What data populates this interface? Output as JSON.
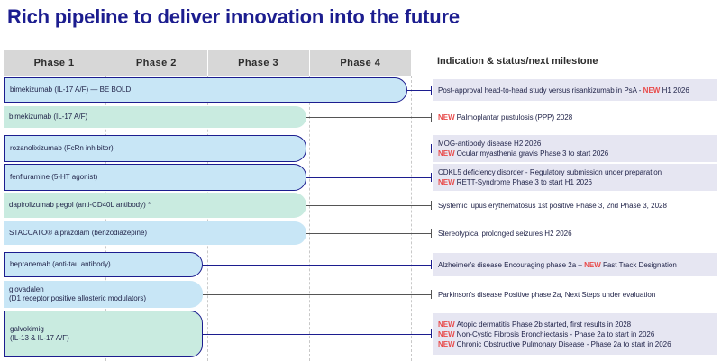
{
  "title": "Rich pipeline to deliver innovation into the future",
  "phases": [
    "Phase 1",
    "Phase 2",
    "Phase 3",
    "Phase 4"
  ],
  "indication_header": "Indication & status/next milestone",
  "new_label": "NEW",
  "colors": {
    "title": "#1c1d8f",
    "outline": "#1c1d8f",
    "teal": "#c9ebe0",
    "blue": "#c8e6f6",
    "new": "#e84a4a",
    "status_shade": "#e6e6f2"
  },
  "rows": [
    {
      "name_lines": [
        "bimekizumab (IL-17 A/F) — BE BOLD"
      ],
      "color": "blue",
      "style": "bold",
      "phase_progress": 4,
      "status": [
        {
          "new": false,
          "text": "Post-approval head-to-head study versus risankizumab in PsA - ",
          "new_after": true,
          "tail": " H1 2026"
        }
      ]
    },
    {
      "name_lines": [
        "bimekizumab (IL-17 A/F)"
      ],
      "color": "teal",
      "style": "light",
      "phase_progress": 3,
      "status": [
        {
          "new": true,
          "text": "Palmoplantar pustulosis (PPP) 2028"
        }
      ]
    },
    {
      "name_lines": [
        "rozanolixizumab (FcRn inhibitor)"
      ],
      "color": "blue",
      "style": "bold",
      "phase_progress": 3,
      "status": [
        {
          "new": false,
          "text": "MOG-antibody disease H2 2026"
        },
        {
          "new": true,
          "text": "Ocular myasthenia gravis Phase 3 to start 2026"
        }
      ]
    },
    {
      "name_lines": [
        "fenfluramine (5-HT agonist)"
      ],
      "color": "blue",
      "style": "bold",
      "phase_progress": 3,
      "status": [
        {
          "new": false,
          "text": "CDKL5 deficiency disorder - Regulatory submission under preparation"
        },
        {
          "new": true,
          "text": "RETT-Syndrome Phase 3 to start H1 2026"
        }
      ]
    },
    {
      "name_lines": [
        "dapirolizumab pegol (anti-CD40L antibody) *"
      ],
      "color": "teal",
      "style": "light",
      "phase_progress": 3,
      "status": [
        {
          "new": false,
          "text": "Systemic lupus erythematosus 1st positive Phase 3, 2nd Phase 3, 2028"
        }
      ]
    },
    {
      "name_lines": [
        "STACCATO® alprazolam (benzodiazepine)"
      ],
      "color": "blue",
      "style": "light",
      "phase_progress": 3,
      "status": [
        {
          "new": false,
          "text": "Stereotypical prolonged seizures H2 2026"
        }
      ]
    },
    {
      "name_lines": [
        "bepranemab (anti-tau antibody)"
      ],
      "color": "blue",
      "style": "bold",
      "phase_progress": 2,
      "status": [
        {
          "new": false,
          "text": "Alzheimer's disease Encouraging phase 2a – ",
          "new_after": true,
          "tail": " Fast Track Designation"
        }
      ]
    },
    {
      "name_lines": [
        "glovadalen",
        "(D1 receptor positive allosteric modulators)"
      ],
      "color": "blue",
      "style": "light",
      "phase_progress": 2,
      "status": [
        {
          "new": false,
          "text": "Parkinson's disease Positive phase 2a, Next Steps under evaluation"
        }
      ]
    },
    {
      "name_lines": [
        "galvokimig",
        "(IL-13 & IL-17 A/F)"
      ],
      "color": "teal",
      "style": "bold",
      "phase_progress": 2,
      "status": [
        {
          "new": true,
          "text": "Atopic dermatitis Phase 2b started, first results in 2028"
        },
        {
          "new": true,
          "text": "Non-Cystic Fibrosis Bronchiectasis - Phase 2a to start in 2026"
        },
        {
          "new": true,
          "text": "Chronic Obstructive Pulmonary Disease - Phase 2a to start in 2026"
        }
      ]
    }
  ]
}
